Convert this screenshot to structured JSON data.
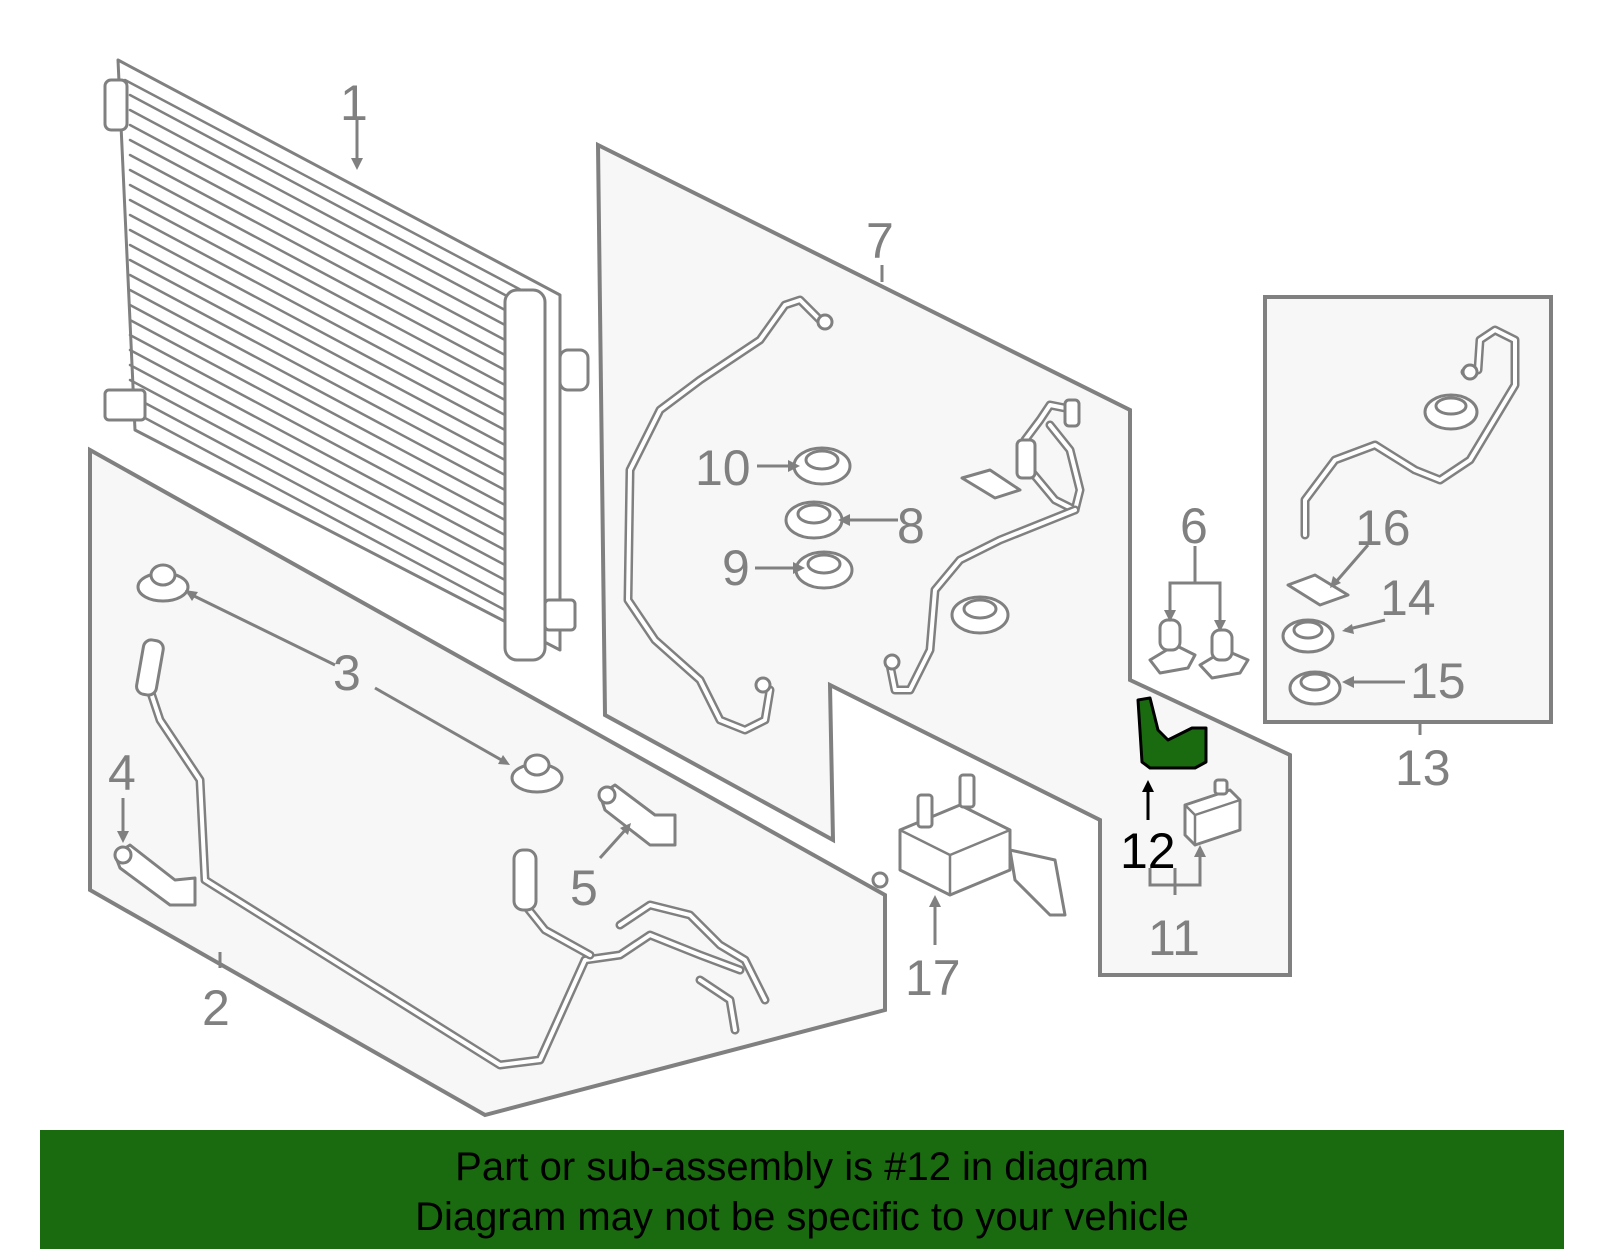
{
  "diagram": {
    "callouts": {
      "c1": "1",
      "c2": "2",
      "c3": "3",
      "c4": "4",
      "c5": "5",
      "c6": "6",
      "c7": "7",
      "c8": "8",
      "c9": "9",
      "c10": "10",
      "c11": "11",
      "c12": "12",
      "c13": "13",
      "c14": "14",
      "c15": "15",
      "c16": "16",
      "c17": "17"
    },
    "highlighted_part": "12",
    "colors": {
      "linework": "#808080",
      "panel_fill": "#f7f7f7",
      "highlight": "#1a6b0f",
      "banner": "#1a6b0f"
    }
  },
  "banner": {
    "line1": "Part or sub-assembly is #12 in diagram",
    "line2": "Diagram may not be specific to your vehicle"
  }
}
